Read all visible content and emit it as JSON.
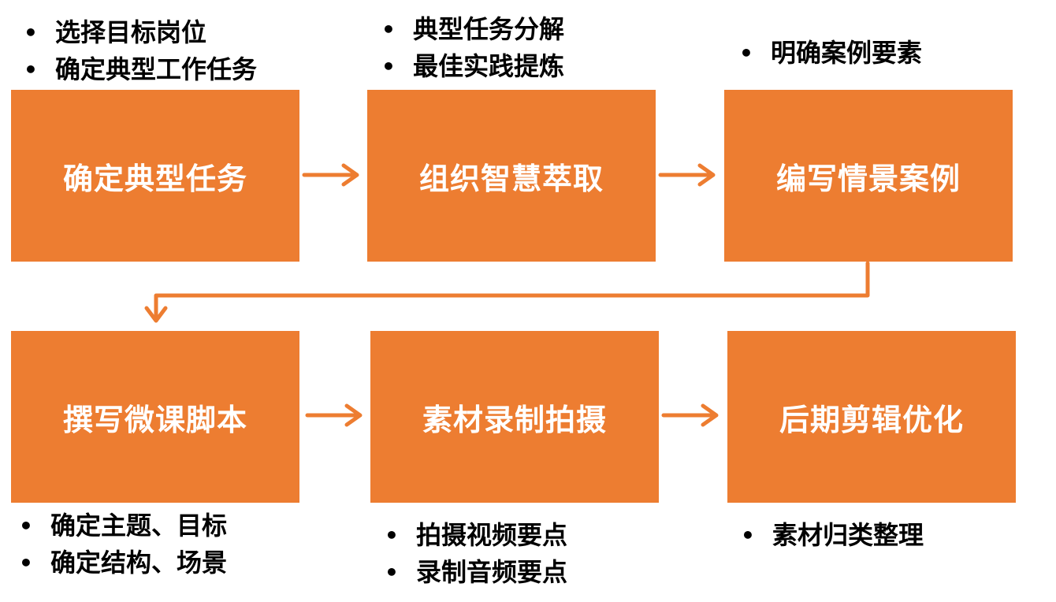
{
  "steps": [
    {
      "title": "确定典型任务",
      "notes": [
        "选择目标岗位",
        "确定典型工作任务"
      ]
    },
    {
      "title": "组织智慧萃取",
      "notes": [
        "典型任务分解",
        "最佳实践提炼"
      ]
    },
    {
      "title": "编写情景案例",
      "notes": [
        "明确案例要素"
      ]
    },
    {
      "title": "撰写微课脚本",
      "notes": [
        "确定主题、目标",
        "确定结构、场景"
      ]
    },
    {
      "title": "素材录制拍摄",
      "notes": [
        "拍摄视频要点",
        "录制音频要点"
      ]
    },
    {
      "title": "后期剪辑优化",
      "notes": [
        "素材归类整理"
      ]
    }
  ],
  "colors": {
    "box": "#ED7D31",
    "arrow": "#ED7D31",
    "box_text": "#FFFFFF",
    "note_text": "#000000"
  }
}
